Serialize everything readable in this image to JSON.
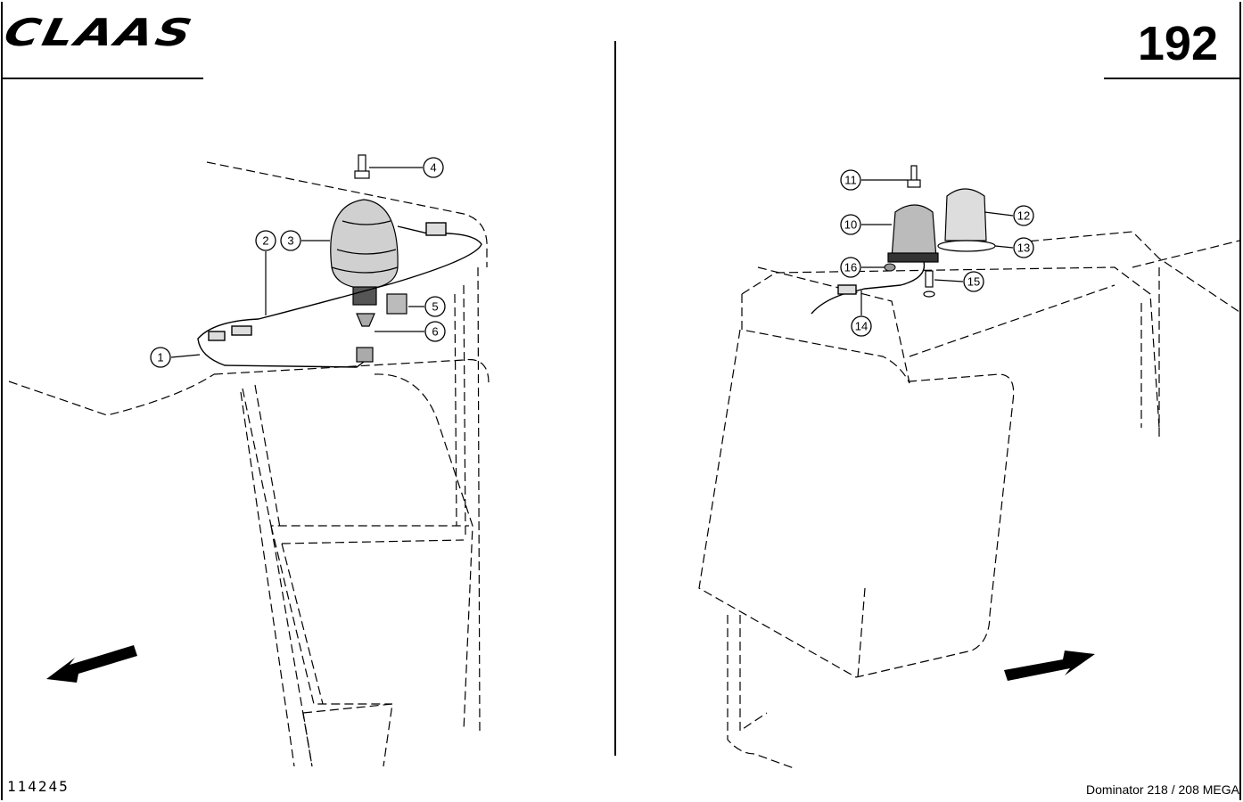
{
  "header": {
    "brand": "CLAAS",
    "page_number": "192"
  },
  "footer": {
    "drawing_number": "114245",
    "model": "Dominator 218 / 208 MEGA"
  },
  "left_view": {
    "callouts": [
      "1",
      "2",
      "3",
      "4",
      "5",
      "6"
    ]
  },
  "right_view": {
    "callouts": [
      "10",
      "11",
      "12",
      "13",
      "14",
      "15",
      "16"
    ]
  }
}
